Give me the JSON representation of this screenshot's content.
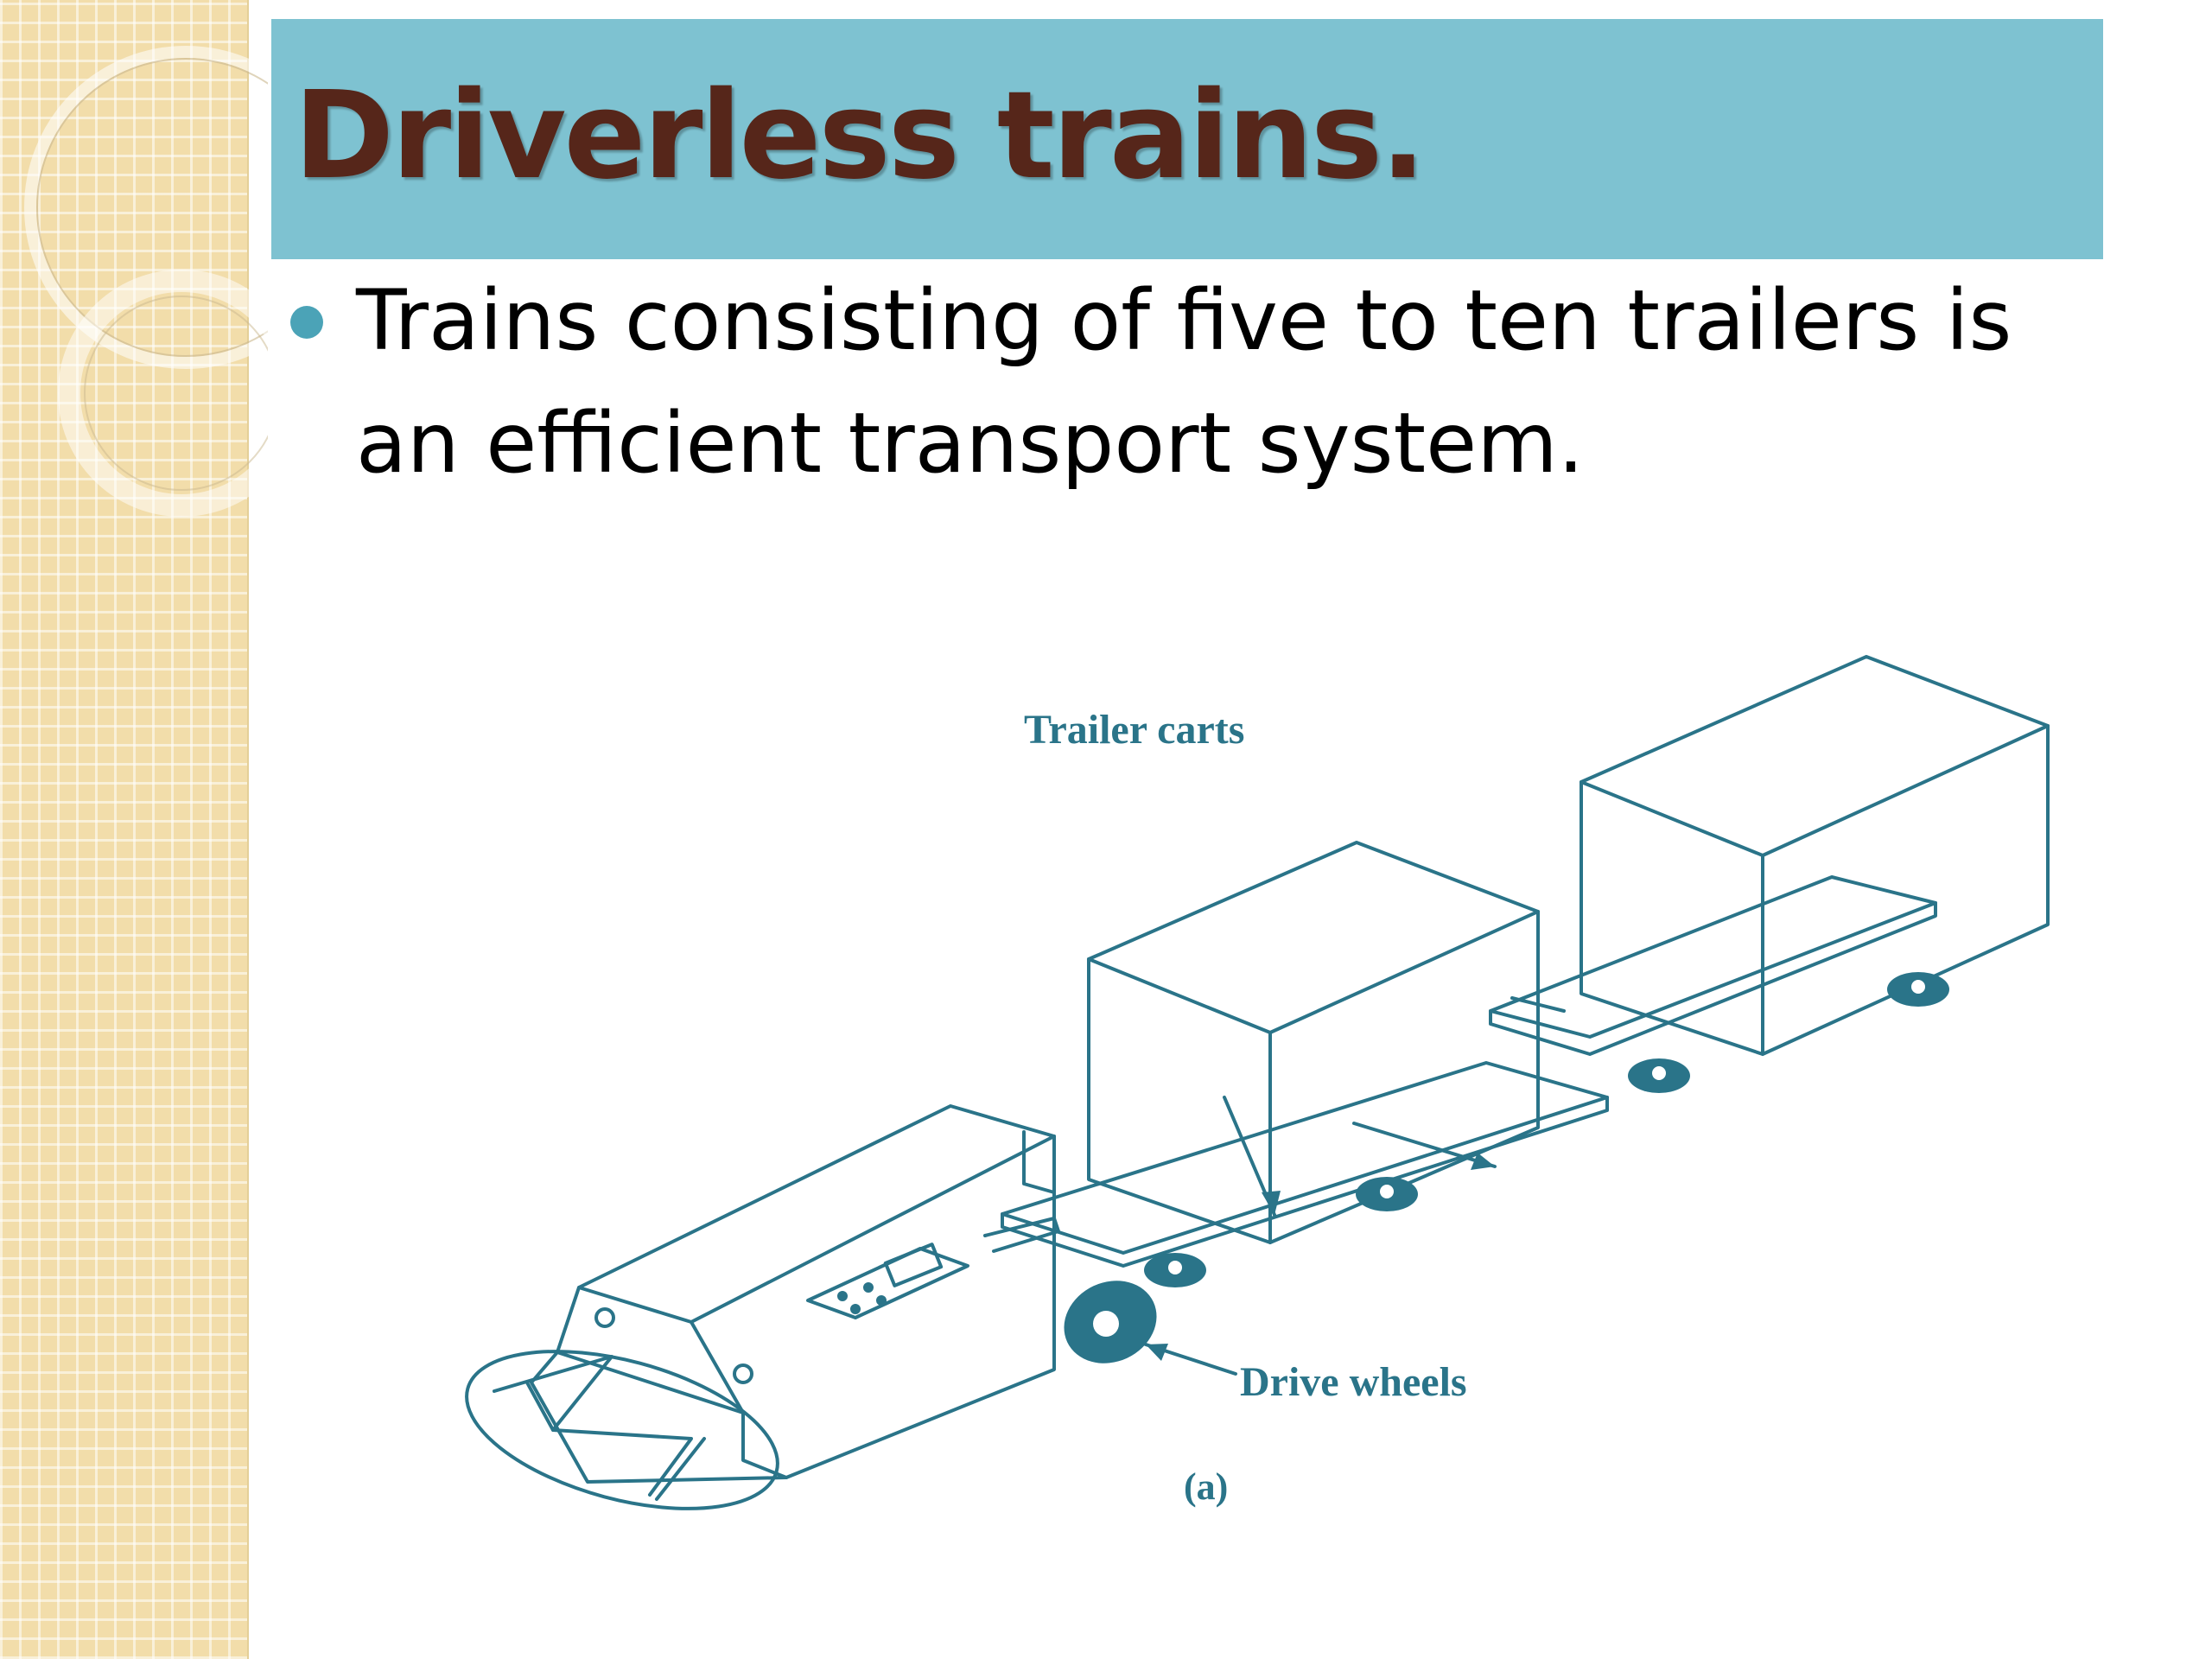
{
  "slide": {
    "title": "Driverless trains.",
    "bullets": [
      {
        "text": "Trains consisting of five to ten trailers is an efficient transport system."
      }
    ]
  },
  "figure": {
    "labels": {
      "trailer_carts": "Trailer carts",
      "drive_wheels": "Drive wheels",
      "caption": "(a)"
    }
  },
  "colors": {
    "title_bar": "#7ec2d1",
    "title_text": "#56261a",
    "bullet": "#4ba3b7",
    "sidebar": "#f2ddaa",
    "drawing": "#2a7489"
  }
}
